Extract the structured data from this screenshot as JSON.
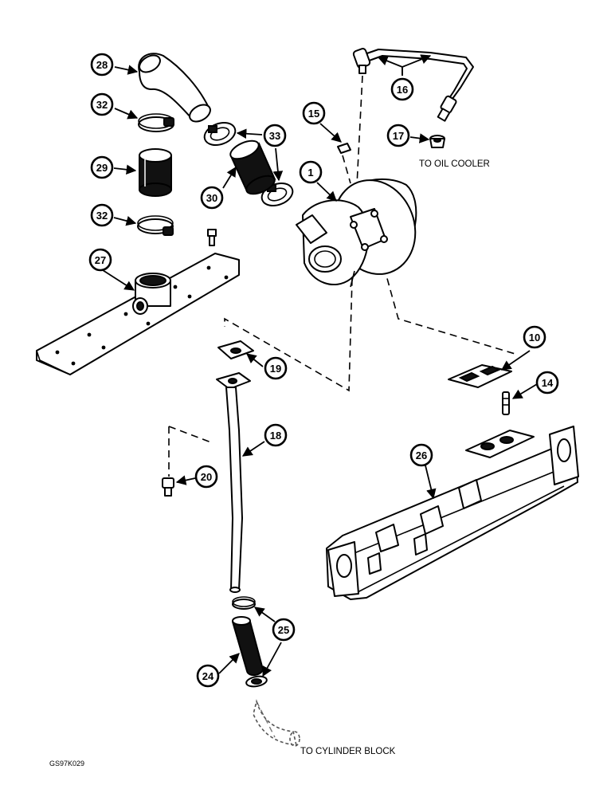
{
  "callouts": {
    "c28": "28",
    "c32a": "32",
    "c29": "29",
    "c32b": "32",
    "c27": "27",
    "c33": "33",
    "c30": "30",
    "c15": "15",
    "c16": "16",
    "c17": "17",
    "c1": "1",
    "c10": "10",
    "c14": "14",
    "c19": "19",
    "c18": "18",
    "c20": "20",
    "c26": "26",
    "c25": "25",
    "c24": "24"
  },
  "labels": {
    "to_oil_cooler": "TO OIL COOLER",
    "to_cylinder_block": "TO CYLINDER BLOCK",
    "figure_code": "GS97K029"
  }
}
